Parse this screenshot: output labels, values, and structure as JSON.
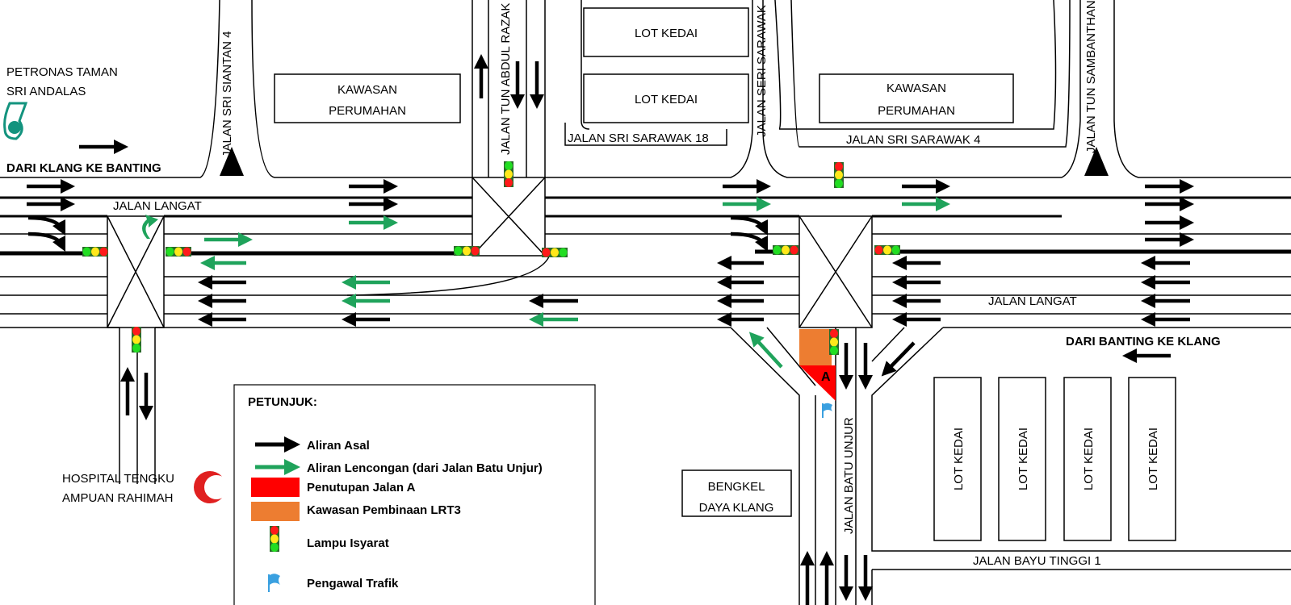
{
  "colors": {
    "original_flow": "#000000",
    "diversion_flow": "#1fa35b",
    "closure": "#ff0000",
    "construction": "#ed7d31",
    "flag": "#3aa0e0",
    "petronas": "#13937e",
    "hospital": "#e02020"
  },
  "labels": {
    "petronas": [
      "PETRONAS TAMAN",
      "SRI ANDALAS"
    ],
    "from_klang": "DARI KLANG KE BANTING",
    "from_banting": "DARI BANTING KE KLANG",
    "jalan_langat_1": "JALAN LANGAT",
    "jalan_langat_2": "JALAN LANGAT",
    "jalan_sri_siantan": "JALAN SRI SIANTAN 4",
    "jalan_tun_abdul_razak": "JALAN TUN ABDUL RAZAK",
    "jalan_seri_sarawak": "JALAN SERI SARAWAK",
    "jalan_tun_sambanthan": "JALAN TUN SAMBANTHAN",
    "jalan_sri_sarawak_18": "JALAN SRI SARAWAK 18",
    "jalan_sri_sarawak_4": "JALAN SRI SARAWAK 4",
    "jalan_batu_unjur": "JALAN BATU UNJUR",
    "jalan_bayu_tinggi": "JALAN BAYU TINGGI 1",
    "hospital": [
      "HOSPITAL TENGKU",
      "AMPUAN RAHIMAH"
    ],
    "kawasan_perumahan_1": [
      "KAWASAN",
      "PERUMAHAN"
    ],
    "kawasan_perumahan_2": [
      "KAWASAN",
      "PERUMAHAN"
    ],
    "lot_kedai": "LOT KEDAI",
    "bengkel": [
      "BENGKEL",
      "DAYA KLANG"
    ],
    "closure_marker": "A"
  },
  "legend": {
    "title": "PETUNJUK:",
    "items": [
      {
        "label": "Aliran Asal",
        "icon": "black-arrow-icon"
      },
      {
        "label": "Aliran Lencongan (dari Jalan Batu Unjur)",
        "icon": "green-arrow-icon"
      },
      {
        "label": "Penutupan Jalan A",
        "icon": "red-swatch"
      },
      {
        "label": "Kawasan Pembinaan LRT3",
        "icon": "orange-swatch"
      },
      {
        "label": "Lampu Isyarat",
        "icon": "traffic-light-icon"
      },
      {
        "label": "Pengawal Trafik",
        "icon": "flag-icon"
      }
    ]
  }
}
